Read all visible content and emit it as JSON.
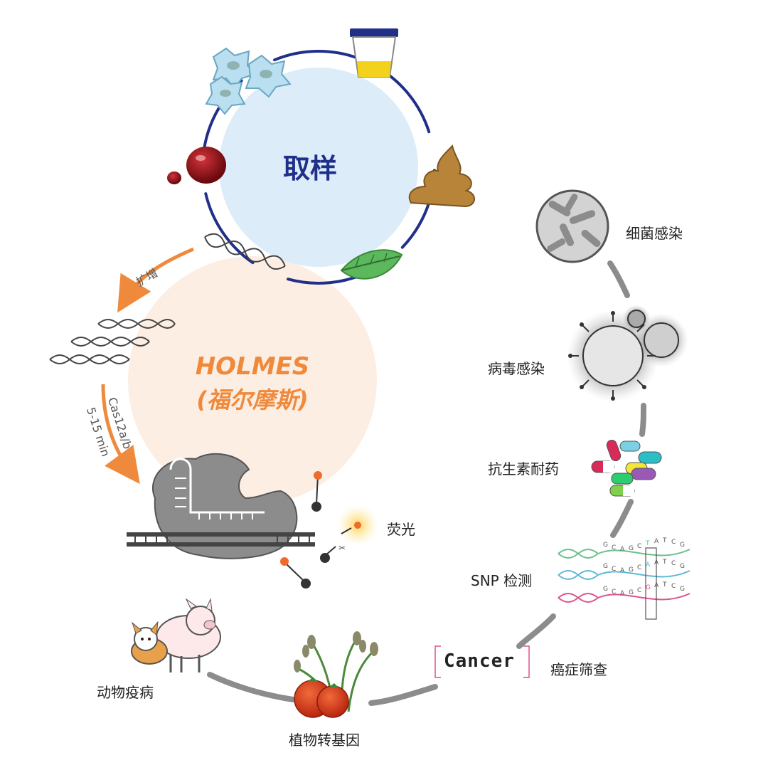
{
  "sampling": {
    "title": "取样"
  },
  "holmes": {
    "name": "HOLMES",
    "subtitle": "(福尔摩斯)"
  },
  "steps": {
    "amplify": "扩增",
    "cas": "Cas12a/b",
    "time": "5-15 min",
    "fluorescence": "荧光"
  },
  "applications": {
    "bacteria": "细菌感染",
    "virus": "病毒感染",
    "antibiotic": "抗生素耐药",
    "snp": "SNP 检测",
    "cancer_screen": "癌症筛查",
    "cancer_word": "Cancer",
    "plant": "植物转基因",
    "animal": "动物疫病"
  },
  "snp": {
    "row1": [
      "G",
      "C",
      "A",
      "G",
      "C",
      "T",
      "A",
      "T",
      "C",
      "G"
    ],
    "row2": [
      "G",
      "C",
      "A",
      "G",
      "C",
      "A",
      "A",
      "T",
      "C",
      "G"
    ],
    "row3": [
      "G",
      "C",
      "A",
      "G",
      "C",
      "G",
      "A",
      "T",
      "C",
      "G"
    ]
  },
  "colors": {
    "sampling_bg": "#dcedf9",
    "holmes_bg": "#fdeee3",
    "ring": "#1f2f8a",
    "orange": "#ef8a3c",
    "gray_path": "#8c8c8c",
    "snp_green": "#6cc08b",
    "snp_blue": "#5fb8d8",
    "snp_pink": "#e0518f"
  }
}
